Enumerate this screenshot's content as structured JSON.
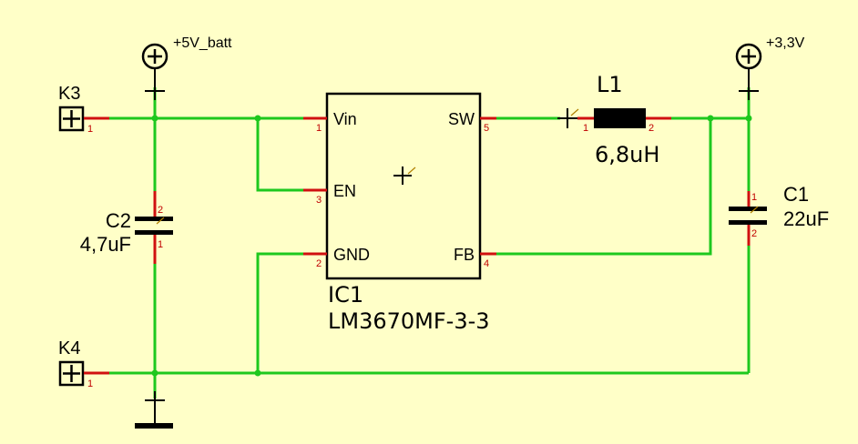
{
  "colors": {
    "background": "#ffffc8",
    "wire": "#1ec81e",
    "pin": "#d01010",
    "symbol": "#000000"
  },
  "power": {
    "vbatt_label": "+5V_batt",
    "v33_label": "+3,3V"
  },
  "connectors": {
    "k3": {
      "name": "K3",
      "pin": "1"
    },
    "k4": {
      "name": "K4",
      "pin": "1"
    }
  },
  "ic1": {
    "ref": "IC1",
    "value": "LM3670MF-3-3",
    "pins": {
      "vin": {
        "name": "Vin",
        "num": "1"
      },
      "en": {
        "name": "EN",
        "num": "3"
      },
      "gnd": {
        "name": "GND",
        "num": "2"
      },
      "sw": {
        "name": "SW",
        "num": "5"
      },
      "fb": {
        "name": "FB",
        "num": "4"
      }
    }
  },
  "l1": {
    "ref": "L1",
    "value": "6,8uH",
    "pin1": "1",
    "pin2": "2"
  },
  "c1": {
    "ref": "C1",
    "value": "22uF",
    "pin1": "1",
    "pin2": "2"
  },
  "c2": {
    "ref": "C2",
    "value": "4,7uF",
    "pin1": "1",
    "pin2": "2"
  }
}
